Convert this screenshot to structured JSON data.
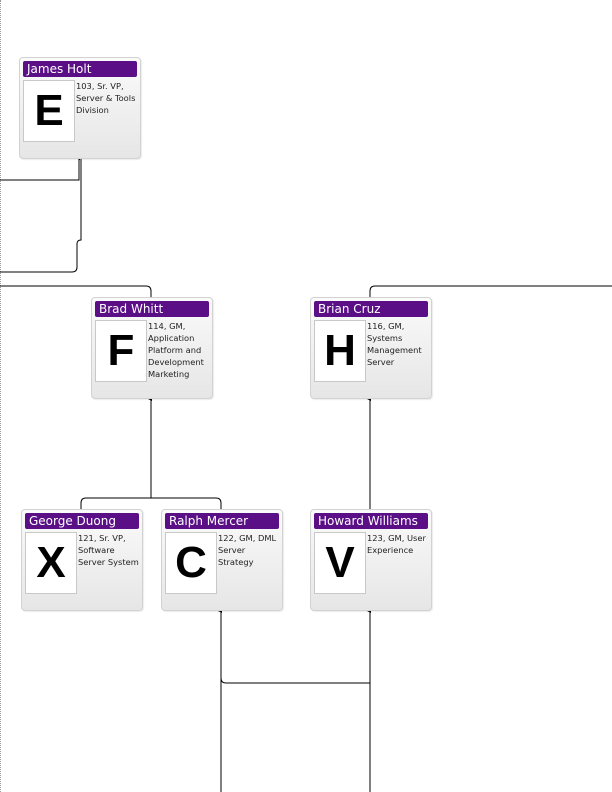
{
  "nodes": [
    {
      "id": "holt",
      "name": "James Holt",
      "initial": "E",
      "details": "103, Sr. VP, Server & Tools Division"
    },
    {
      "id": "whitt",
      "name": "Brad Whitt",
      "initial": "F",
      "details": "114, GM, Application Platform and Development Marketing"
    },
    {
      "id": "cruz",
      "name": "Brian Cruz",
      "initial": "H",
      "details": "116, GM, Systems Management Server"
    },
    {
      "id": "duong",
      "name": "George Duong",
      "initial": "X",
      "details": "121, Sr. VP, Software Server System"
    },
    {
      "id": "mercer",
      "name": "Ralph Mercer",
      "initial": "C",
      "details": "122, GM, DML Server Strategy"
    },
    {
      "id": "williams",
      "name": "Howard Williams",
      "initial": "V",
      "details": "123, GM, User Experience"
    }
  ],
  "colors": {
    "header": "#5a0f86",
    "line": "#000000"
  }
}
